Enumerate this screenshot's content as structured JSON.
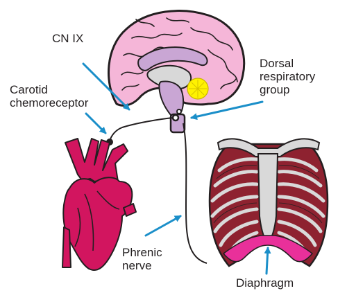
{
  "labels": {
    "cn_ix": "CN IX",
    "carotid": [
      "Carotid",
      "chemoreceptor"
    ],
    "dorsal": [
      "Dorsal",
      "respiratory",
      "group"
    ],
    "phrenic": [
      "Phrenic",
      "nerve"
    ],
    "diaphragm": "Diaphragm"
  },
  "colors": {
    "arrow": "#1b8fc9",
    "heart": "#d2155f",
    "brain": "#f5b6d8",
    "brainstem": "#c9a6d4",
    "cerebellum": "#fff200",
    "ribs_muscle": "#8e2230",
    "ribs_bone": "#d9d9d9",
    "diaphragm": "#e9309a",
    "nerve": "#231f20"
  }
}
